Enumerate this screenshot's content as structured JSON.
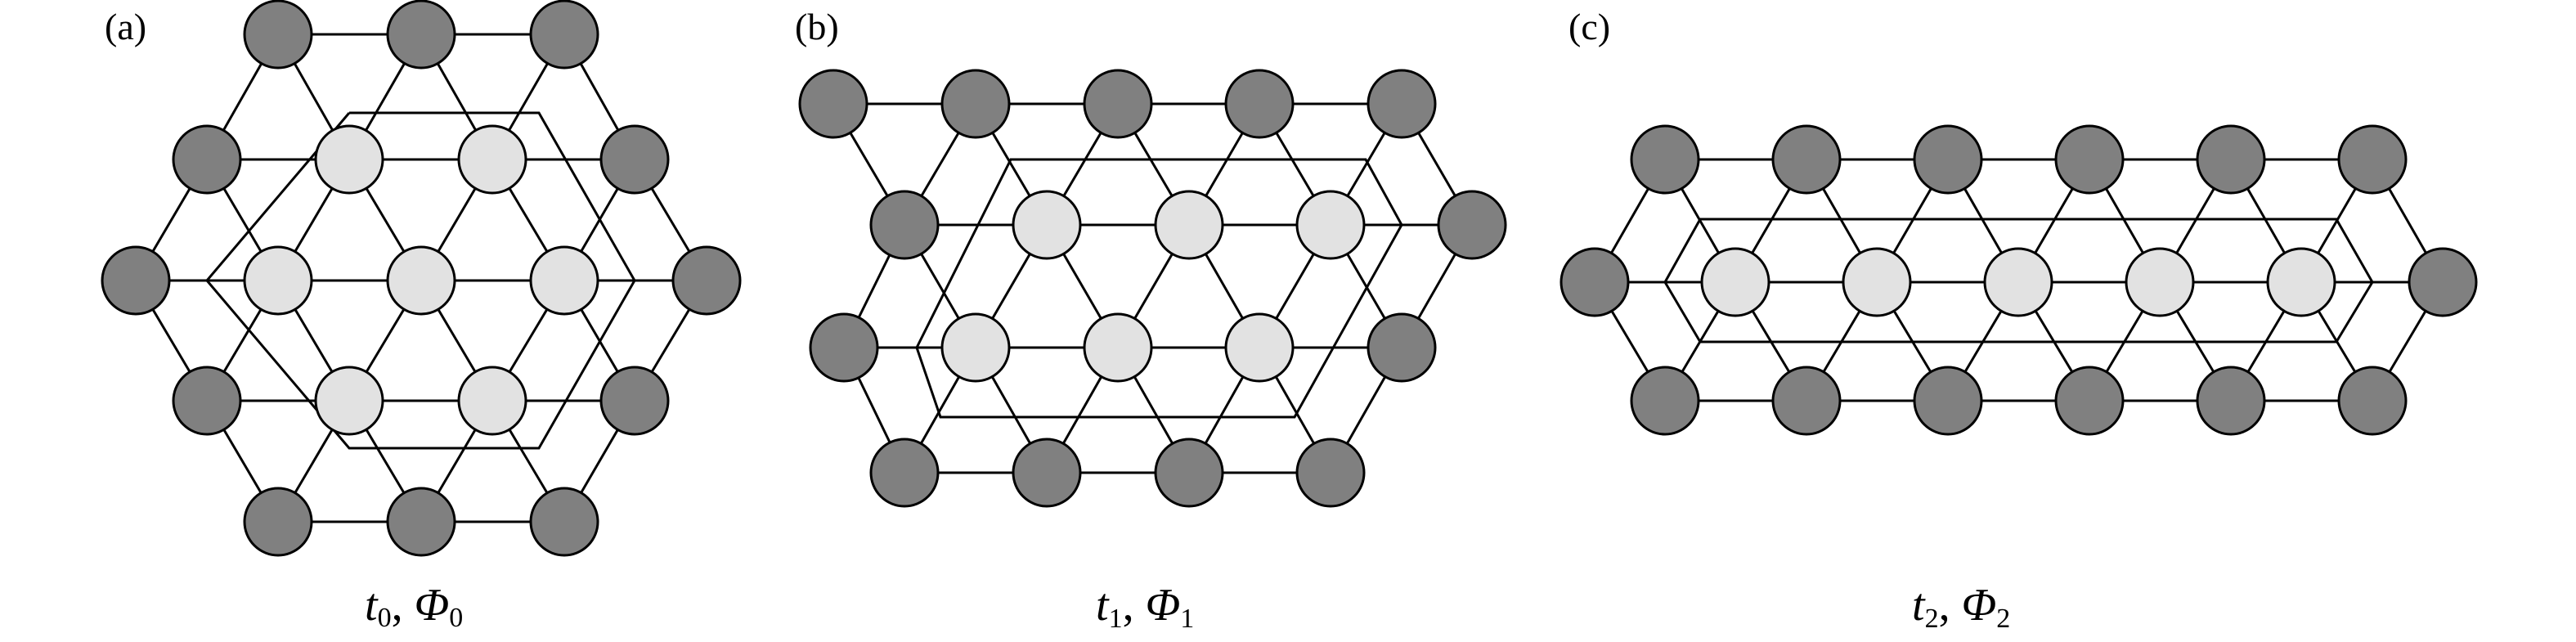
{
  "panels": [
    {
      "id": "a",
      "label": "(a)",
      "caption": {
        "t": "t",
        "t_sub": "0",
        "sep": ", ",
        "phi": "Φ",
        "phi_sub": "0"
      },
      "dark_atoms": 12,
      "light_atoms": 7
    },
    {
      "id": "b",
      "label": "(b)",
      "caption": {
        "t": "t",
        "t_sub": "1",
        "sep": ", ",
        "phi": "Φ",
        "phi_sub": "1"
      },
      "dark_atoms": 13,
      "light_atoms": 6
    },
    {
      "id": "c",
      "label": "(c)",
      "caption": {
        "t": "t",
        "t_sub": "2",
        "sep": ", ",
        "phi": "Φ",
        "phi_sub": "2"
      },
      "dark_atoms": 14,
      "light_atoms": 5
    }
  ],
  "colors": {
    "dark_atom": "#808080",
    "light_atom": "#e2e2e2",
    "edge": "#000000",
    "background": "#ffffff"
  }
}
